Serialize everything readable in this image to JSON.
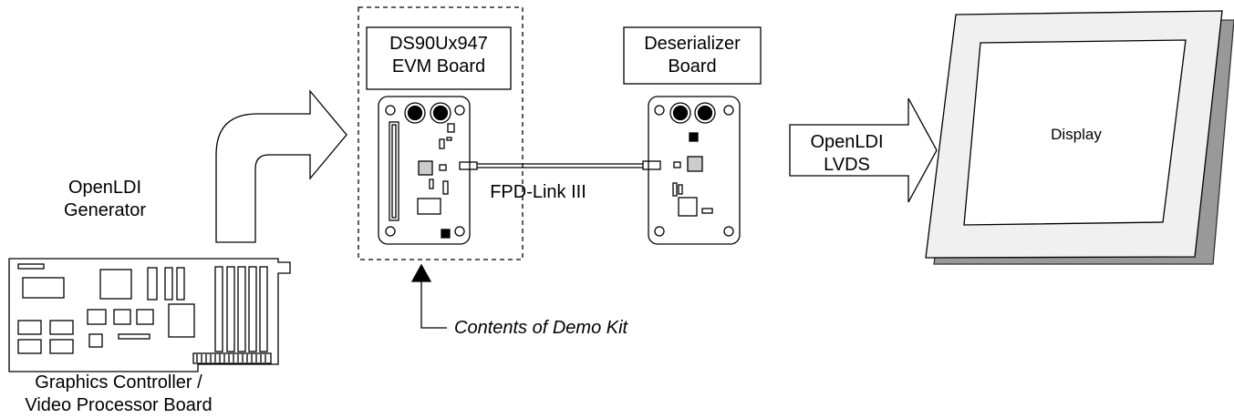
{
  "labels": {
    "generator_line1": "OpenLDI",
    "generator_line2": "Generator",
    "graphics_line1": "Graphics Controller /",
    "graphics_line2": "Video Processor Board",
    "evm_line1": "DS90Ux947",
    "evm_line2": "EVM Board",
    "deser_line1": "Deserializer",
    "deser_line2": "Board",
    "link": "FPD-Link III",
    "openldi_line1": "OpenLDI",
    "openldi_line2": "LVDS",
    "display": "Display",
    "demo_kit": "Contents of Demo Kit"
  }
}
